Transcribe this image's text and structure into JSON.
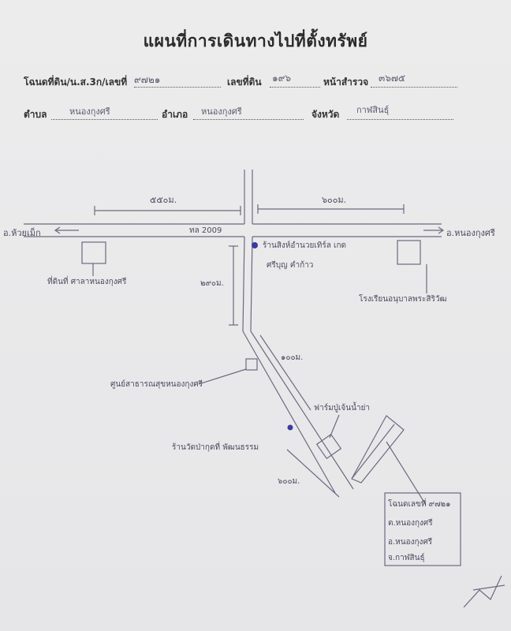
{
  "title": "แผนที่การเดินทางไปที่ตั้งทรัพย์",
  "header": {
    "deed_label": "โฉนดที่ดิน/น.ส.3ก/เลขที่",
    "deed_value": "๙๗๒๑",
    "land_no_label": "เลขที่ดิน",
    "land_no_value": "๑๙๖",
    "survey_label": "หน้าสำรวจ",
    "survey_value": "๓๖๗๕",
    "tambon_label": "ตำบล",
    "tambon_value": "หนองกุงศรี",
    "amphoe_label": "อำเภอ",
    "amphoe_value": "หนองกุงศรี",
    "province_label": "จังหวัด",
    "province_value": "กาฬสินธุ์"
  },
  "map": {
    "dist_left": "๕๕๐ม.",
    "dist_right": "๖๐๐ม.",
    "dest_left": "อ.ห้วยเม็ก",
    "dest_right": "อ.หนองกุงศรี",
    "road": "ทล 2009",
    "junction_landmark": "ร้านสิงห์อำนวยเทิร์ล เกด",
    "junction_landmark2": "ศรีบุญ คำก้าว",
    "box_left_label": "ที่ดินที่ ศาลาหนองกุงศรี",
    "box_right_label": "โรงเรียนอนุบาลพระสิริวัฒ",
    "dist_vertical": "๒๙๐ม.",
    "dist_diag1": "๑๐๐ม.",
    "dist_diag2": "๖๐๐ม.",
    "office_label": "ศูนย์สาธารณสุขหนองกุงศรี",
    "shop_label": "ร้านวัดป่ากุดที่ พัฒนธรรม",
    "hut_label": "ฟาร์มปู่เจ้นน้ำย่า",
    "info_box": {
      "line1": "โฉนดเลขที่ ๙๗๒๑",
      "line2": "ต.หนองกุงศรี",
      "line3": "อ.หนองกุงศรี",
      "line4": "จ.กาฬสินธุ์"
    }
  }
}
